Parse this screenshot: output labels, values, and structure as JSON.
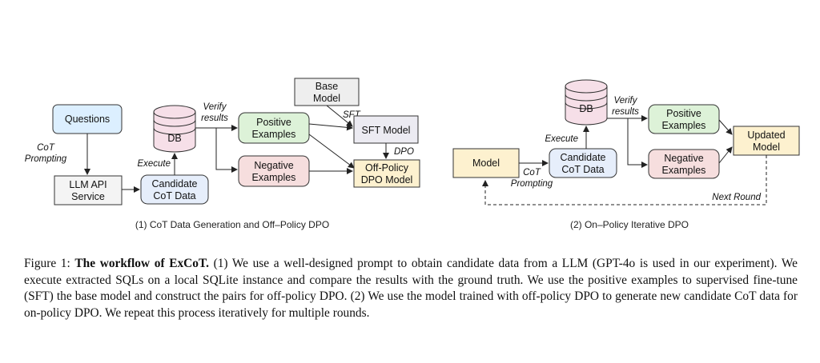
{
  "left_panel": {
    "questions": "Questions",
    "cot_prompting_1": "CoT",
    "cot_prompting_2": "Prompting",
    "llm_api_1": "LLM API",
    "llm_api_2": "Service",
    "execute": "Execute",
    "db": "DB",
    "candidate_1": "Candidate",
    "candidate_2": "CoT Data",
    "verify_1": "Verify",
    "verify_2": "results",
    "positive_1": "Positive",
    "positive_2": "Examples",
    "negative_1": "Negative",
    "negative_2": "Examples",
    "base_model_1": "Base",
    "base_model_2": "Model",
    "sft_label": "SFT",
    "sft_model": "SFT Model",
    "dpo_label": "DPO",
    "offpolicy_1": "Off-Policy",
    "offpolicy_2": "DPO Model",
    "subtitle": "(1) CoT Data Generation and Off–Policy DPO"
  },
  "right_panel": {
    "db": "DB",
    "verify_1": "Verify",
    "verify_2": "results",
    "positive_1": "Positive",
    "positive_2": "Examples",
    "negative_1": "Negative",
    "negative_2": "Examples",
    "updated_1": "Updated",
    "updated_2": "Model",
    "execute": "Execute",
    "candidate_1": "Candidate",
    "candidate_2": "CoT Data",
    "model": "Model",
    "cot_prompting_1": "CoT",
    "cot_prompting_2": "Prompting",
    "next_round": "Next Round",
    "subtitle": "(2) On–Policy Iterative DPO"
  },
  "caption": {
    "prefix": "Figure 1: ",
    "title": "The workflow of ExCoT.",
    "body": " (1) We use a well-designed prompt to obtain candidate data from a LLM (GPT-4o is used in our experiment). We execute extracted SQLs on a local SQLite instance and compare the results with the ground truth. We use the positive examples to supervised fine-tune (SFT) the base model and construct the pairs for off-policy DPO. (2) We use the model trained with off-policy DPO to generate new candidate CoT data for on-policy DPO. We repeat this process iteratively for multiple rounds."
  },
  "colors": {
    "questions": "#dcefff",
    "candidate": "#e6eefb",
    "positive": "#ddf2d8",
    "negative": "#f6dede",
    "base": "#eeeeee",
    "sft": "#ecebf2",
    "offpolicy": "#fdf1cf",
    "model": "#fdf1cf",
    "updated": "#fdf1cf",
    "db": "#f6dfe8"
  }
}
